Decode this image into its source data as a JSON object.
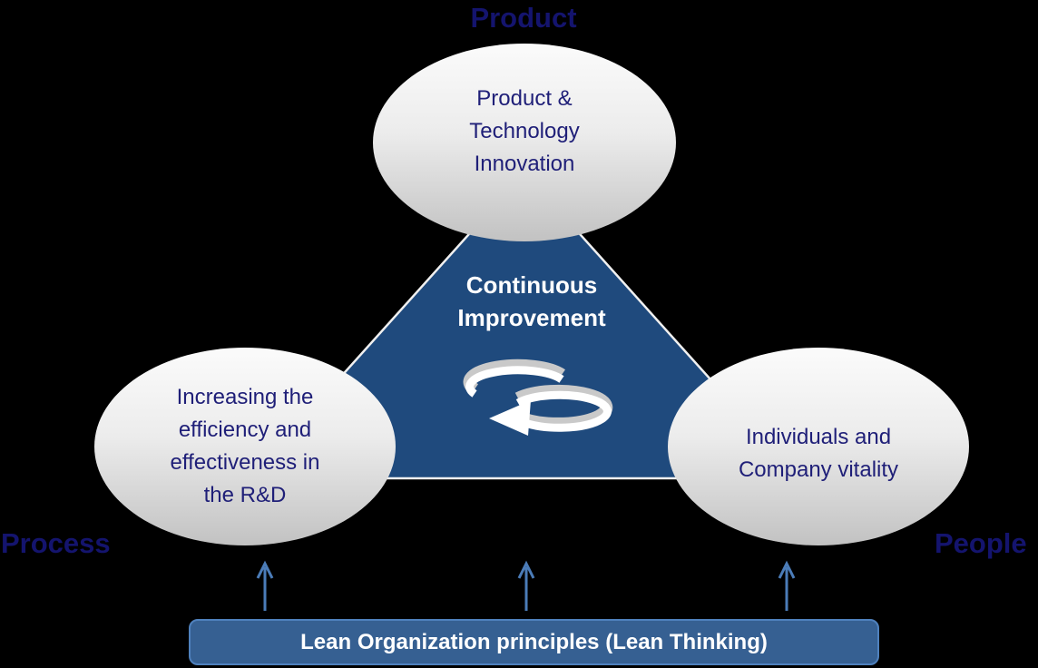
{
  "corner_labels": {
    "product": "Product",
    "process": "Process",
    "people": "People"
  },
  "ellipses": {
    "top": {
      "text": "Product &\nTechnology\nInnovation"
    },
    "left": {
      "text": "Increasing the\nefficiency and\neffectiveness in\nthe R&D"
    },
    "right": {
      "text": "Individuals and\nCompany vitality"
    }
  },
  "triangle": {
    "text": "Continuous\nImprovement",
    "icon": "circular-arrows-icon"
  },
  "bar": {
    "label": "Lean Organization principles (Lean Thinking)"
  },
  "arrows": {
    "count": 3,
    "direction": "up"
  },
  "colors": {
    "background": "#000000",
    "triangle_fill": "#1f4a7d",
    "triangle_edge": "#f0f0f0",
    "triangle_text": "#ffffff",
    "bar_fill": "#366092",
    "bar_border": "#4f81bd",
    "bar_text": "#ffffff",
    "arrow_blue": "#4b7cb8",
    "label_navy": "#14146e",
    "ellipse_text_navy": "#1f1f78",
    "ellipse_gradient_top": "#fbfbfb",
    "ellipse_gradient_bottom": "#c2c2c2",
    "icon_gray": "#c9c9c9",
    "icon_white": "#ffffff"
  }
}
